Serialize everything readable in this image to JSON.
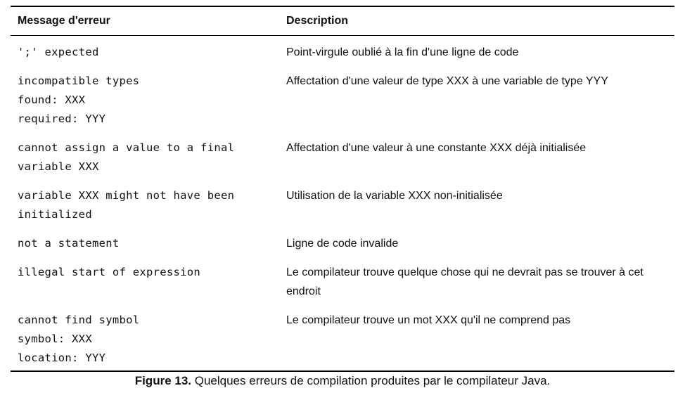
{
  "table": {
    "headers": {
      "message": "Message d'erreur",
      "description": "Description"
    },
    "rows": [
      {
        "message_lines": [
          "';' expected"
        ],
        "description": "Point-virgule oublié à la fin d'une ligne de code"
      },
      {
        "message_lines": [
          "incompatible types",
          "found: XXX",
          "required: YYY"
        ],
        "description": "Affectation d'une valeur de type XXX à une variable de type YYY"
      },
      {
        "message_lines": [
          "cannot assign a value to a final",
          "variable XXX"
        ],
        "description": "Affectation d'une valeur à une constante XXX déjà initialisée"
      },
      {
        "message_lines": [
          "variable XXX might not have been",
          "initialized"
        ],
        "description": "Utilisation de la variable XXX non-initialisée"
      },
      {
        "message_lines": [
          "not a statement"
        ],
        "description": "Ligne de code invalide"
      },
      {
        "message_lines": [
          "illegal start of expression"
        ],
        "description": "Le compilateur trouve quelque chose qui ne devrait pas se trouver à cet endroit"
      },
      {
        "message_lines": [
          "cannot find symbol",
          "symbol: XXX",
          "location: YYY"
        ],
        "description": "Le compilateur trouve un mot XXX qu'il ne comprend pas"
      }
    ]
  },
  "caption": {
    "label": "Figure 13.",
    "text": " Quelques erreurs de compilation produites par le compilateur Java."
  }
}
